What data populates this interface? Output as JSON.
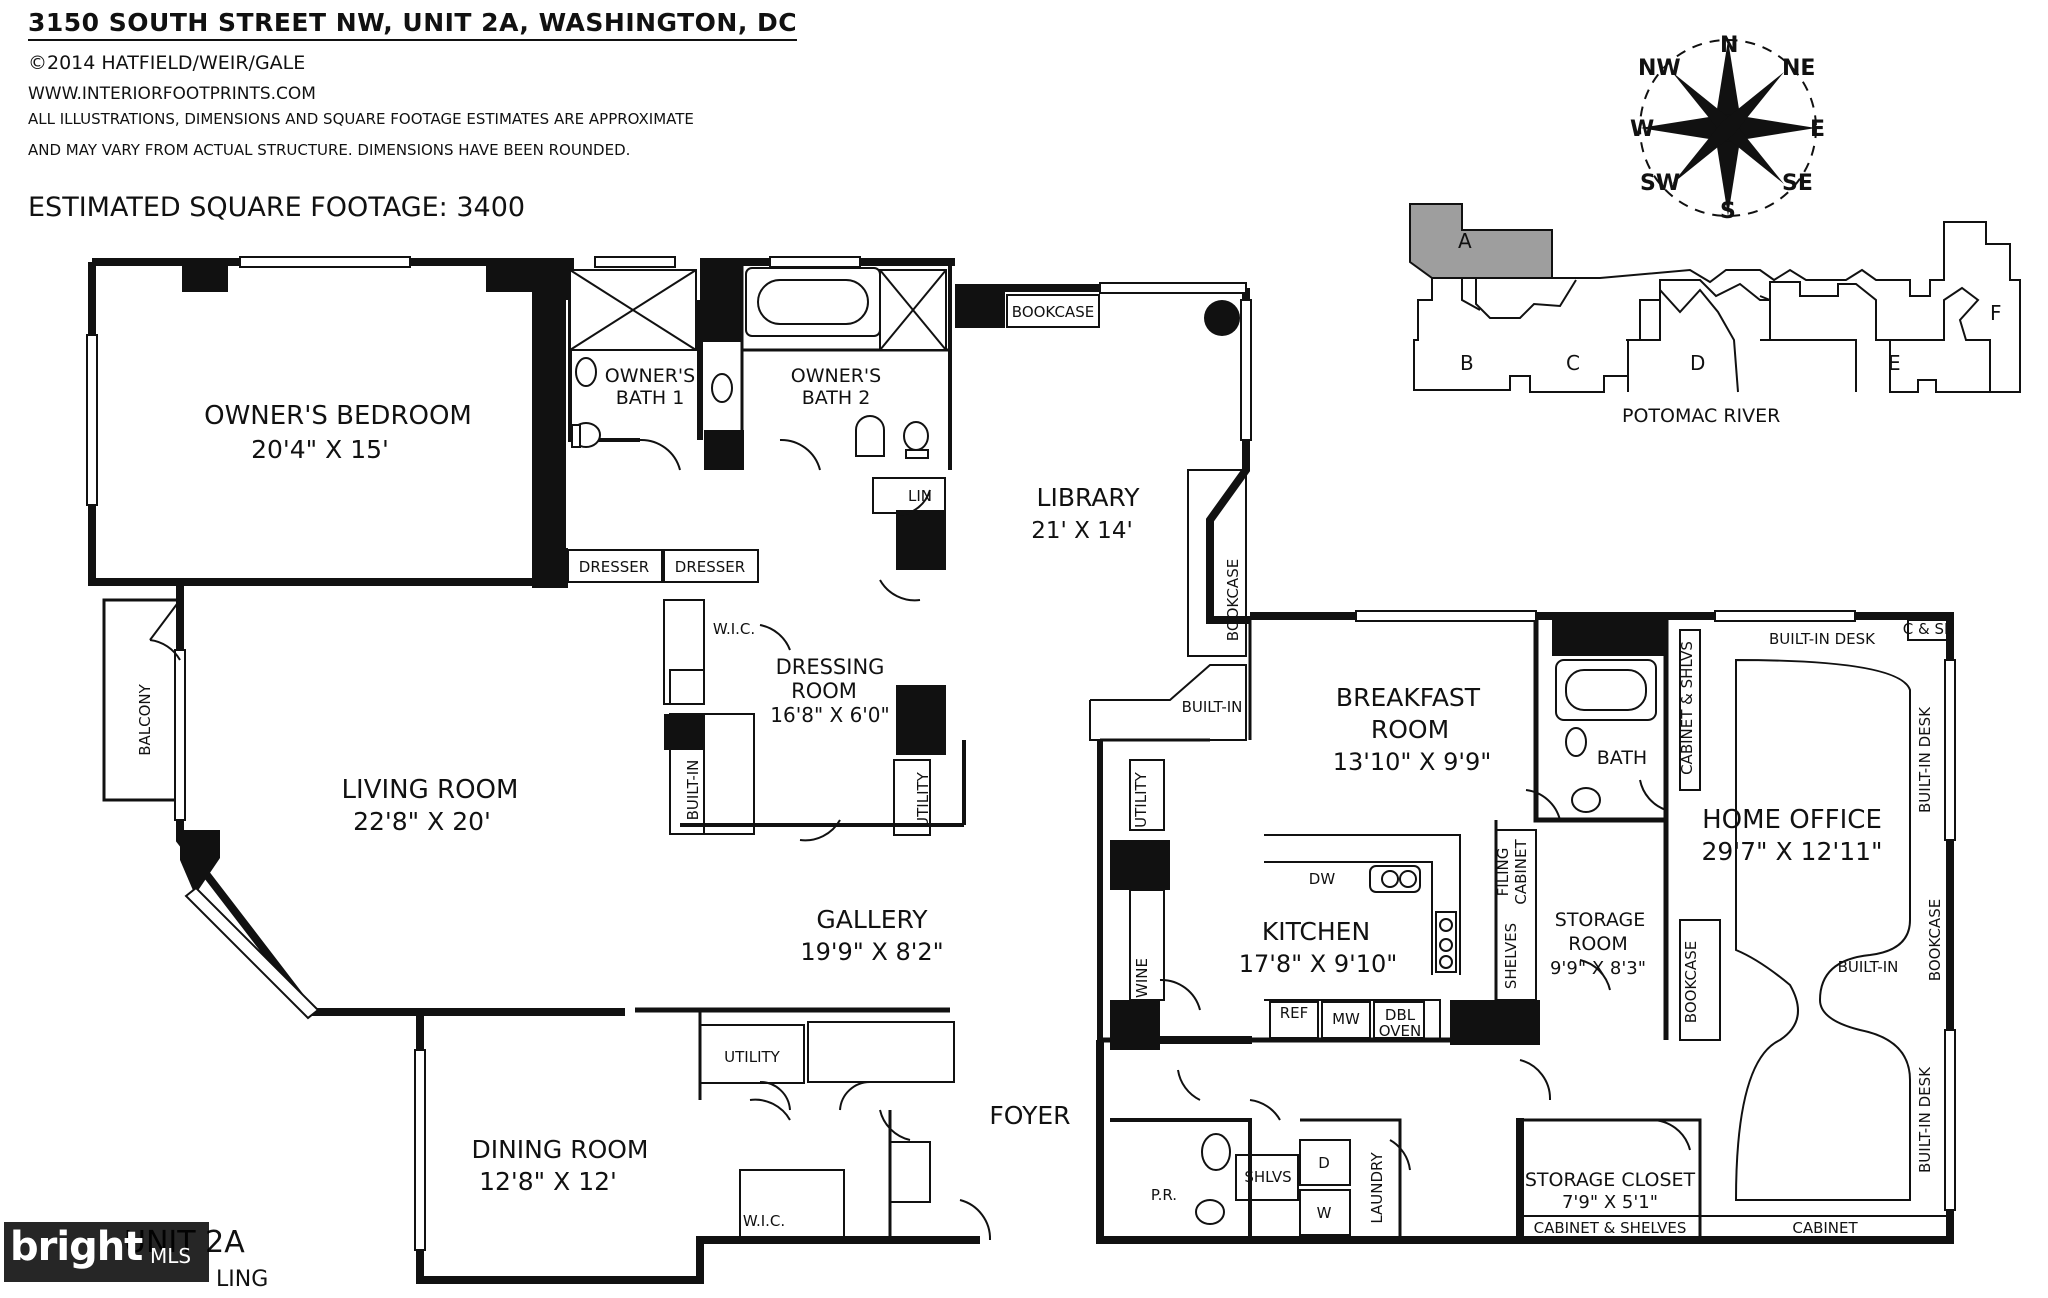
{
  "header": {
    "address": "3150 SOUTH STREET NW, UNIT 2A, WASHINGTON, DC",
    "copyright": "©2014 HATFIELD/WEIR/GALE",
    "website": "WWW.INTERIORFOOTPRINTS.COM",
    "disclaimer_1": "ALL ILLUSTRATIONS, DIMENSIONS AND SQUARE FOOTAGE ESTIMATES ARE APPROXIMATE",
    "disclaimer_2": "AND MAY VARY FROM ACTUAL STRUCTURE. DIMENSIONS HAVE BEEN ROUNDED.",
    "sqft": "ESTIMATED SQUARE FOOTAGE: 3400"
  },
  "compass": {
    "n": "N",
    "ne": "NE",
    "e": "E",
    "se": "SE",
    "s": "S",
    "sw": "SW",
    "w": "W",
    "nw": "NW"
  },
  "site_map": {
    "units": [
      "A",
      "B",
      "C",
      "D",
      "E",
      "F"
    ],
    "river": "POTOMAC RIVER",
    "highlight_color": "#9e9e9e"
  },
  "rooms": {
    "owners_bedroom": {
      "name": "OWNER'S BEDROOM",
      "dims": "20'4\" X 15'"
    },
    "owners_bath_1": {
      "name": "OWNER'S",
      "name2": "BATH 1"
    },
    "owners_bath_2": {
      "name": "OWNER'S",
      "name2": "BATH 2"
    },
    "library": {
      "name": "LIBRARY",
      "dims": "21' X 14'"
    },
    "dressing_room": {
      "name": "DRESSING",
      "name2": "ROOM",
      "dims": "16'8\" X 6'0\""
    },
    "living_room": {
      "name": "LIVING ROOM",
      "dims": "22'8\" X 20'"
    },
    "gallery": {
      "name": "GALLERY",
      "dims": "19'9\" X 8'2\""
    },
    "dining_room": {
      "name": "DINING ROOM",
      "dims": "12'8\" X 12'"
    },
    "foyer": {
      "name": "FOYER"
    },
    "breakfast_room": {
      "name": "BREAKFAST",
      "name2": "ROOM",
      "dims": "13'10\" X 9'9\""
    },
    "kitchen": {
      "name": "KITCHEN",
      "dims": "17'8\" X 9'10\""
    },
    "bath": {
      "name": "BATH"
    },
    "storage_room": {
      "name": "STORAGE",
      "name2": "ROOM",
      "dims": "9'9\" X 8'3\""
    },
    "home_office": {
      "name": "HOME OFFICE",
      "dims": "29'7\" X 12'11\""
    },
    "storage_closet": {
      "name": "STORAGE CLOSET",
      "dims": "7'9\" X 5'1\""
    }
  },
  "fixtures": {
    "bookcase": "BOOKCASE",
    "lin": "LIN",
    "dresser": "DRESSER",
    "wic": "W.I.C.",
    "builtin": "BUILT-IN",
    "utility": "UTILITY",
    "balcony": "BALCONY",
    "pr": "P.R.",
    "shlvs": "SHLVS",
    "shelves": "SHELVES",
    "d": "D",
    "w": "W",
    "laundry": "LAUNDRY",
    "dw": "DW",
    "ref": "REF",
    "mw": "MW",
    "dbl": "DBL",
    "oven": "OVEN",
    "wine": "WINE",
    "filing": "FILING",
    "cabinet": "CABINET",
    "cabinet_shelves": "CABINET & SHELVES",
    "cabinet_shlvs": "CABINET & SHLVS",
    "builtin_desk": "BUILT-IN DESK",
    "c_sh": "C & SH"
  },
  "unit_label": {
    "line1": "UNIT 2A",
    "line2": "LING"
  },
  "brand": {
    "name": "bright",
    "suffix": "MLS"
  }
}
